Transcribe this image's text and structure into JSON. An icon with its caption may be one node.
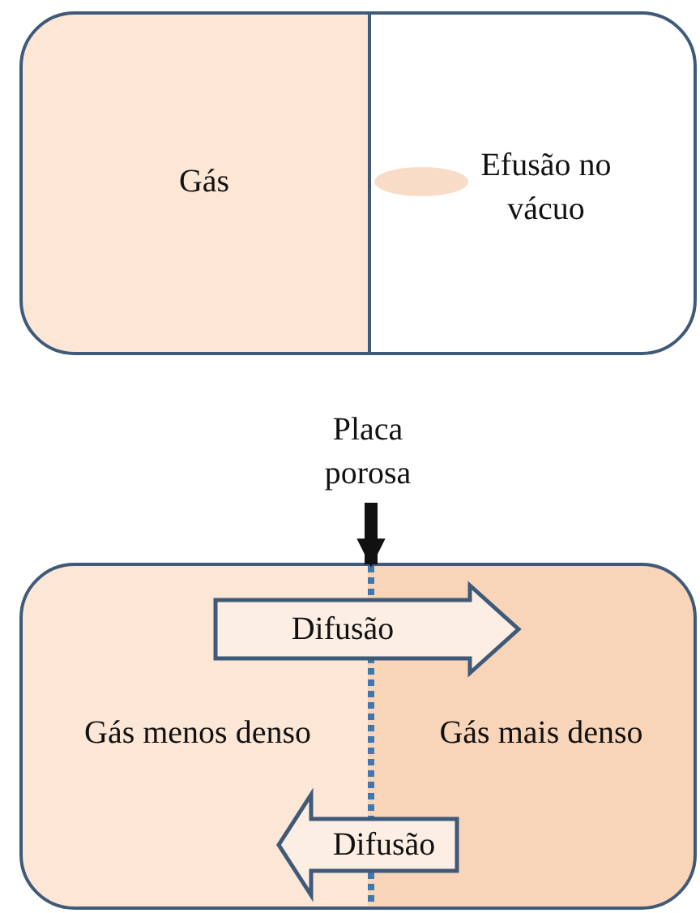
{
  "diagram": {
    "nodes": [
      {
        "text": [],
        "shape": "box"
      },
      {
        "text": [
          "Gás"
        ],
        "in": 0
      },
      {
        "text": [
          "Efusão no vácuo"
        ],
        "in": 0
      },
      {
        "text": [
          "Placa porosa"
        ]
      },
      {
        "text": [],
        "shape": "box"
      },
      {
        "text": [
          "Gás menos denso"
        ],
        "in": 4
      },
      {
        "text": [
          "Gás mais denso"
        ],
        "in": 4
      },
      {
        "text": [],
        "shape": "bar",
        "in": 4
      }
    ],
    "edges": [
      {
        "from": 3,
        "to": 7,
        "arrow": "to"
      },
      {
        "from": 5,
        "to": 6,
        "arrow": "to",
        "label": "Difusão"
      },
      {
        "from": 6,
        "to": 5,
        "arrow": "to",
        "label": "Difusão"
      }
    ]
  }
}
